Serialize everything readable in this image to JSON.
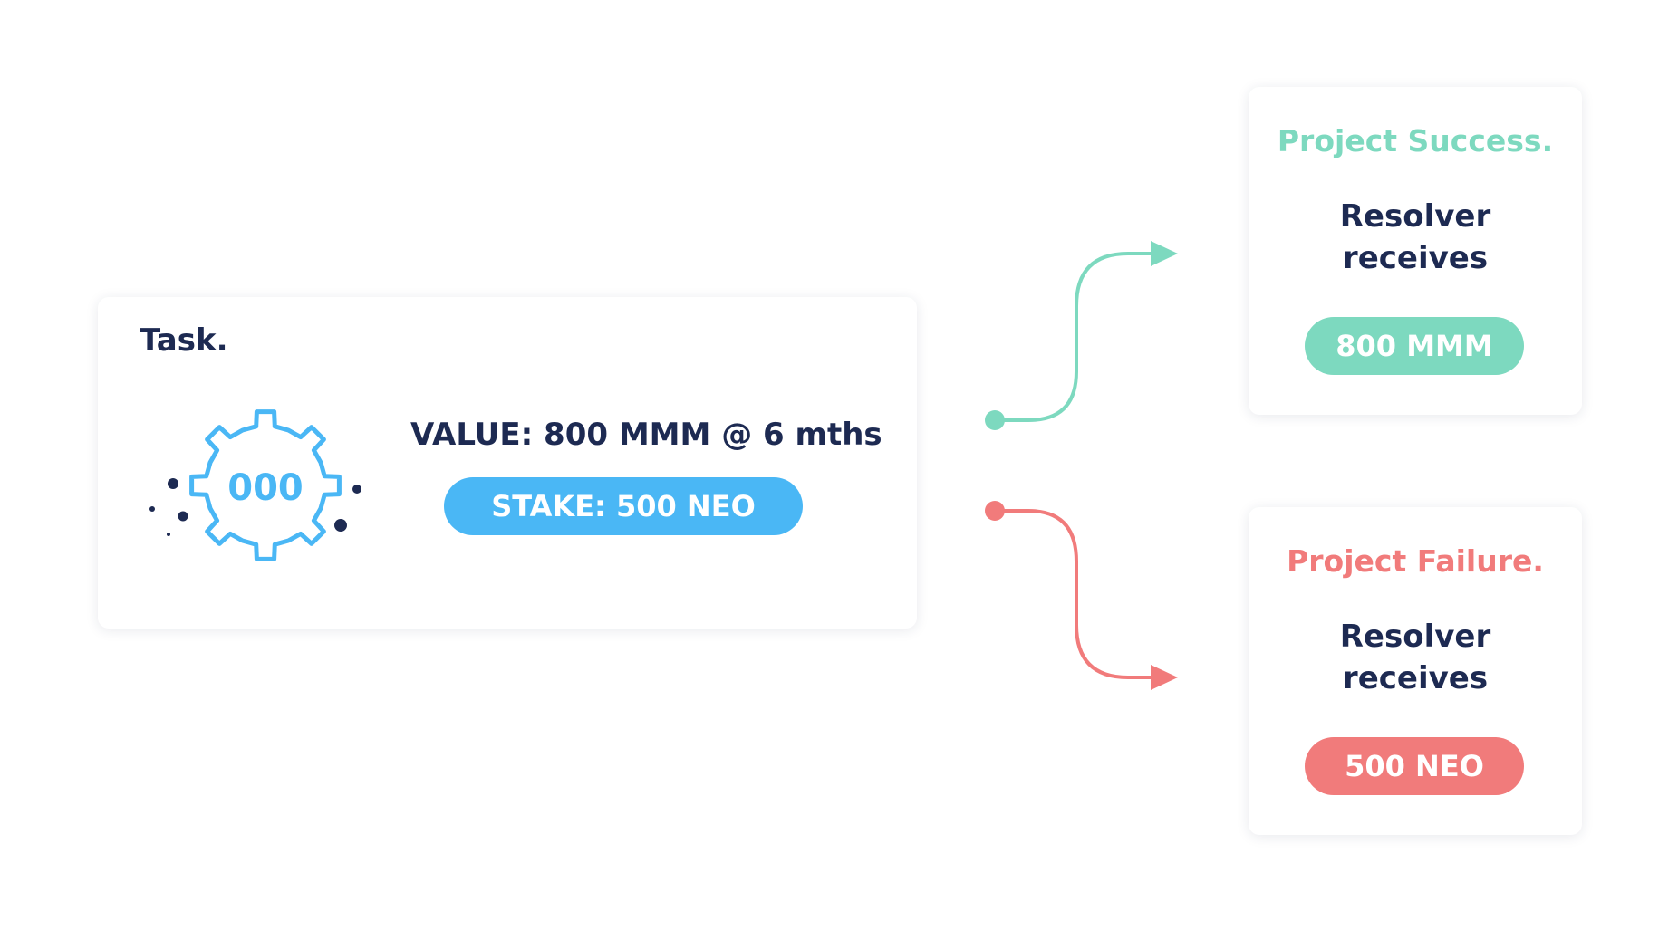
{
  "task": {
    "title": "Task.",
    "gear_label": "000",
    "value_text": "VALUE: 800 MMM @ 6 mths",
    "stake_label": "STAKE: 500 NEO"
  },
  "success": {
    "title": "Project Success.",
    "line1": "Resolver",
    "line2": "receives",
    "amount": "800 MMM"
  },
  "failure": {
    "title": "Project Failure.",
    "line1": "Resolver",
    "line2": "receives",
    "amount": "500 NEO"
  },
  "icons": {
    "gear": "gear-icon",
    "success_arrow": "arrow-right-icon",
    "failure_arrow": "arrow-right-icon"
  },
  "colors": {
    "navy": "#1d2a52",
    "blue": "#4ab7f5",
    "green": "#7dd9bf",
    "red": "#f17b7b"
  }
}
